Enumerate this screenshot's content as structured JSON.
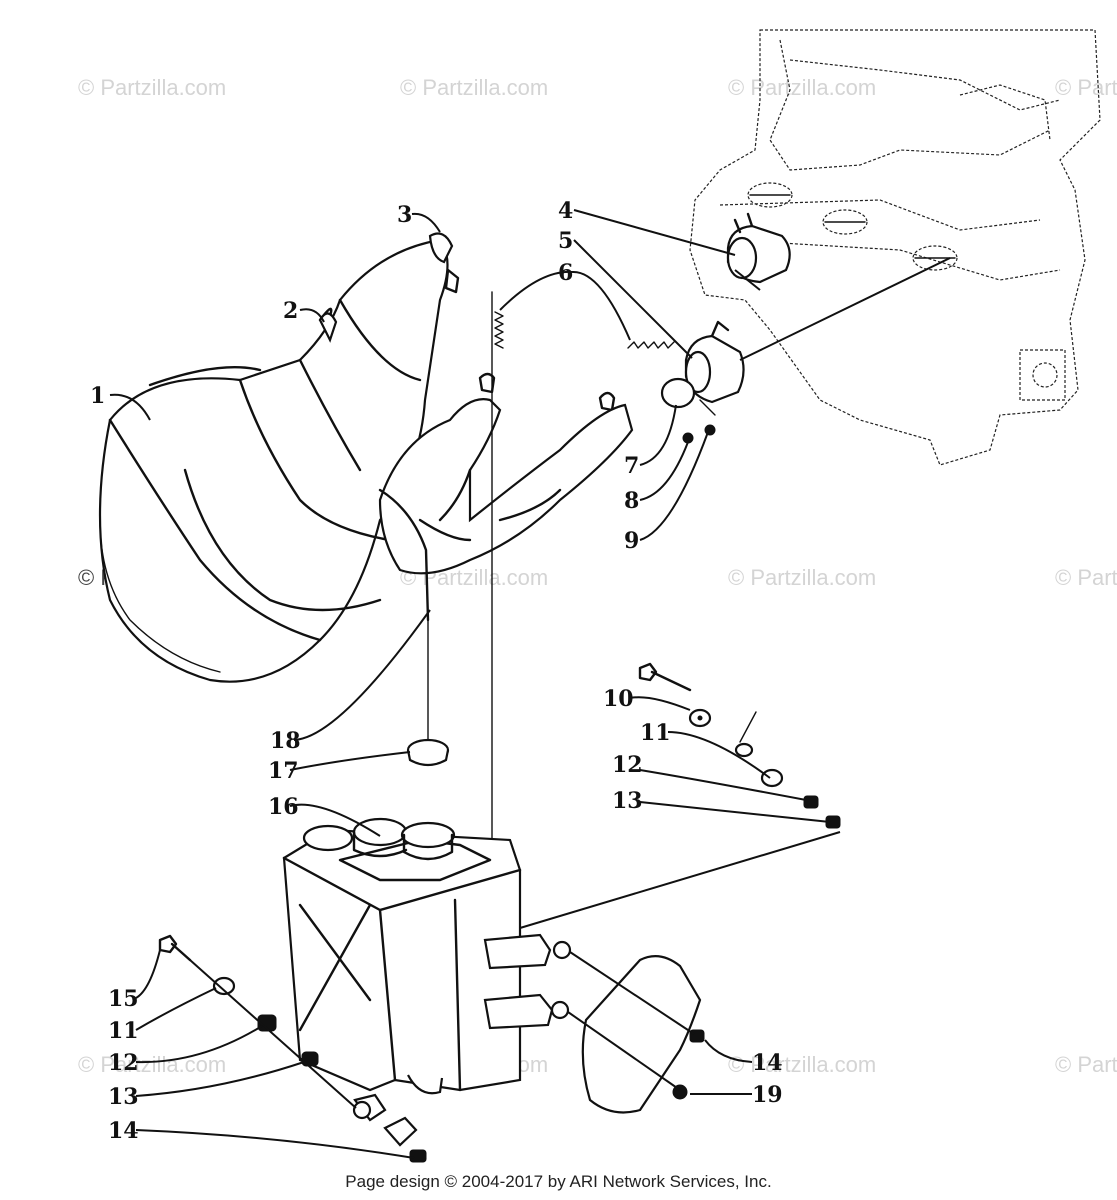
{
  "footer": {
    "text": "Page design © 2004-2017 by ARI Network Services, Inc."
  },
  "watermark": {
    "text": "© Partzilla.com"
  },
  "callouts": [
    "1",
    "2",
    "3",
    "4",
    "5",
    "6",
    "7",
    "8",
    "9",
    "10",
    "11",
    "12",
    "13",
    "14",
    "15",
    "11",
    "12",
    "13",
    "14",
    "16",
    "17",
    "18",
    "19"
  ]
}
